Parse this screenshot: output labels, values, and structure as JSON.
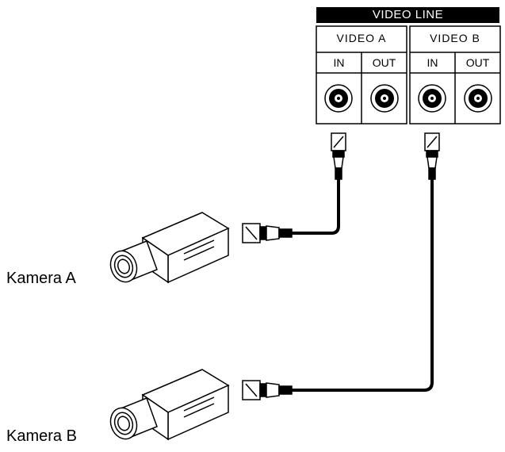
{
  "panel": {
    "title": "VIDEO LINE",
    "groups": [
      {
        "label": "VIDEO A",
        "ports": [
          "IN",
          "OUT"
        ]
      },
      {
        "label": "VIDEO B",
        "ports": [
          "IN",
          "OUT"
        ]
      }
    ]
  },
  "cameras": [
    {
      "label": "Kamera A",
      "icon": "video-camera-icon"
    },
    {
      "label": "Kamera B",
      "icon": "video-camera-icon"
    }
  ],
  "colors": {
    "line": "#000000",
    "background": "#ffffff"
  }
}
